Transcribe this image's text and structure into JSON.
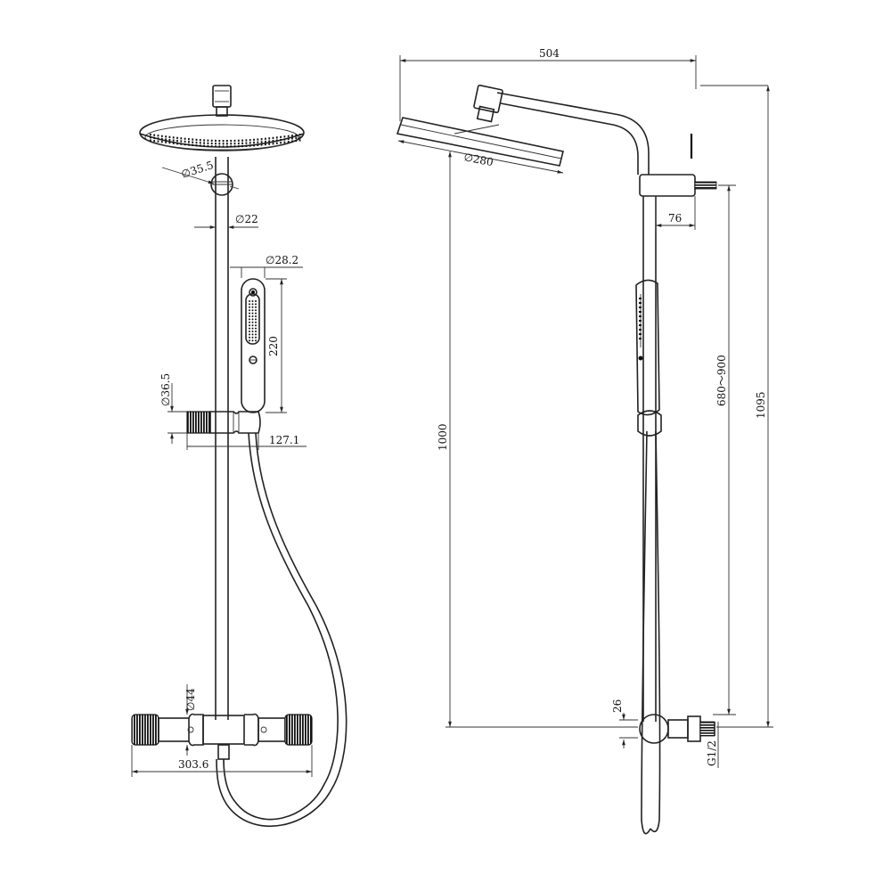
{
  "drawing": {
    "front_view": {
      "head_diameter": "∅35.5",
      "rail_diameter": "∅22",
      "handset_width": "∅28.2",
      "handset_length": "220",
      "holder_diameter": "∅36.5",
      "holder_offset": "127.1",
      "valve_diameter": "∅44",
      "valve_width": "303.6"
    },
    "side_view": {
      "arm_reach": "504",
      "overhead_diameter": "∅280",
      "bracket_depth": "76",
      "height_range": "680～900",
      "total_height": "1095",
      "head_height": "1000",
      "inlet_offset": "26",
      "connection": "G1/2"
    }
  }
}
